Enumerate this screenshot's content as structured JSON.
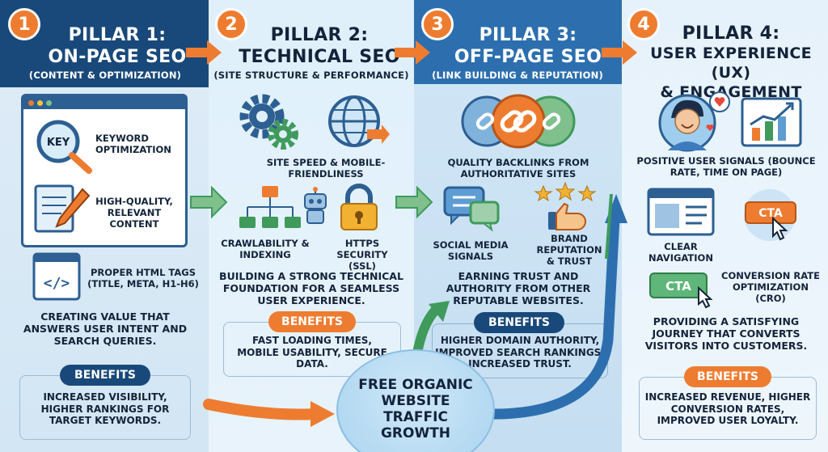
{
  "pillars": [
    {
      "number": "1",
      "title1": "PILLAR 1:",
      "title2": "ON-PAGE SEO",
      "subtitle": "(CONTENT & OPTIMIZATION)",
      "items": [
        "KEYWORD OPTIMIZATION",
        "HIGH-QUALITY, RELEVANT CONTENT",
        "PROPER HTML TAGS (TITLE, META, H1-H6)"
      ],
      "key_label": "KEY",
      "html_icon_text": "</>",
      "description": "CREATING VALUE THAT ANSWERS USER INTENT AND SEARCH QUERIES.",
      "benefits_label": "BENEFITS",
      "benefits": "INCREASED VISIBILITY, HIGHER RANKINGS FOR TARGET KEYWORDS."
    },
    {
      "number": "2",
      "title1": "PILLAR 2:",
      "title2": "TECHNICAL SEO",
      "subtitle": "(SITE STRUCTURE & PERFORMANCE)",
      "items": [
        "SITE SPEED & MOBILE-FRIENDLINESS",
        "CRAWLABILITY & INDEXING",
        "HTTPS SECURITY (SSL)"
      ],
      "description": "BUILDING A STRONG TECHNICAL FOUNDATION FOR A SEAMLESS USER EXPERIENCE.",
      "benefits_label": "BENEFITS",
      "benefits": "FAST LOADING TIMES, MOBILE USABILITY, SECURE DATA."
    },
    {
      "number": "3",
      "title1": "PILLAR 3:",
      "title2": "OFF-PAGE SEO",
      "subtitle": "(LINK BUILDING & REPUTATION)",
      "items": [
        "QUALITY BACKLINKS FROM AUTHORITATIVE SITES",
        "SOCIAL MEDIA SIGNALS",
        "BRAND REPUTATION & TRUST"
      ],
      "description": "EARNING TRUST AND AUTHORITY FROM OTHER REPUTABLE WEBSITES.",
      "benefits_label": "BENEFITS",
      "benefits": "HIGHER DOMAIN AUTHORITY, IMPROVED SEARCH RANKINGS, INCREASED TRUST."
    },
    {
      "number": "4",
      "title1": "PILLAR 4:",
      "title2": "USER EXPERIENCE (UX)",
      "title3": "& ENGAGEMENT",
      "subtitle": "",
      "items": [
        "POSITIVE USER SIGNALS (BOUNCE RATE, TIME ON PAGE)",
        "CLEAR NAVIGATION",
        "CONVERSION RATE OPTIMIZATION (CRO)"
      ],
      "cta_label": "CTA",
      "description": "PROVIDING A SATISFYING JOURNEY THAT CONVERTS VISITORS INTO CUSTOMERS.",
      "benefits_label": "BENEFITS",
      "benefits": "INCREASED REVENUE, HIGHER CONVERSION RATES, IMPROVED USER LOYALTY."
    }
  ],
  "center": {
    "text": "FREE ORGANIC WEBSITE TRAFFIC GROWTH"
  },
  "colors": {
    "navy": "#19497a",
    "blue": "#2d6fae",
    "orange": "#ee7c30",
    "green": "#3f9a5c",
    "dark_text": "#13233a"
  }
}
